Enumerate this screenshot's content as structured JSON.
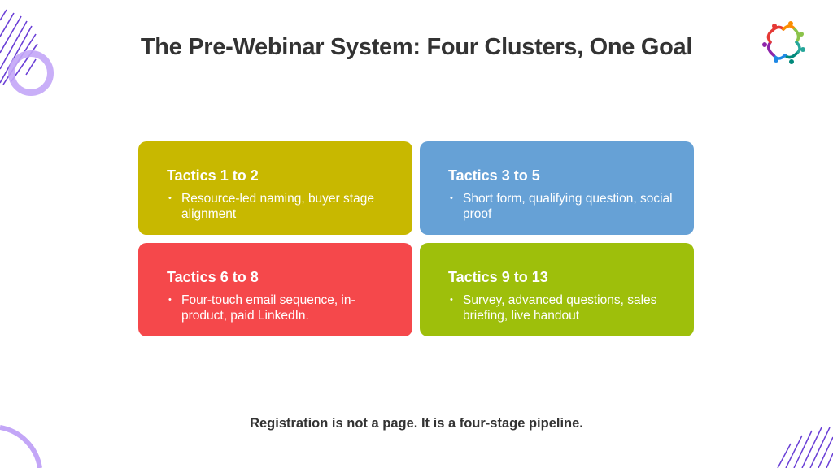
{
  "title": "The Pre-Webinar System: Four Clusters, One Goal",
  "cards": [
    {
      "heading": "Tactics 1 to 2",
      "bullet": "Resource-led naming, buyer stage alignment",
      "color": "#C8B800"
    },
    {
      "heading": "Tactics 3 to 5",
      "bullet": "Short form, qualifying question, social proof",
      "color": "#66A1D6"
    },
    {
      "heading": "Tactics 6 to 8",
      "bullet": "Four-touch email sequence, in-product, paid LinkedIn.",
      "color": "#F5484B"
    },
    {
      "heading": "Tactics 9 to 13",
      "bullet": "Survey, advanced questions, sales briefing, live handout",
      "color": "#9EBF0B"
    }
  ],
  "footer": "Registration is not a page. It is a four-stage pipeline."
}
